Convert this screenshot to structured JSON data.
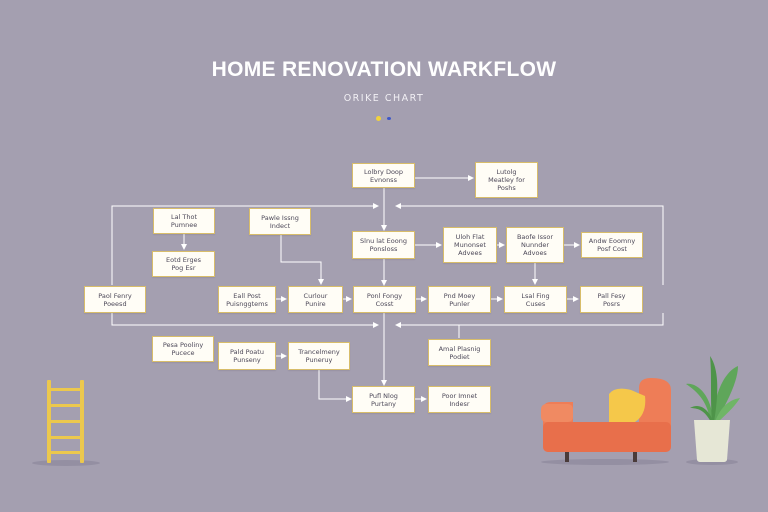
{
  "header": {
    "title": "HOME RENOVATION WARKFLOW",
    "subtitle": "ORIKE CHART"
  },
  "colors": {
    "background": "#a49fb0",
    "node_fill": "#fffdf6",
    "node_border": "#d8bd6a",
    "wire": "#ffffff",
    "dot_1": "#f2d23c",
    "dot_2": "#3e57c8",
    "ladder": "#ecc84d",
    "sofa": "#ee7d57",
    "cushion": "#f5c84a",
    "plant": "#5fa65a",
    "pot": "#e6e7d6"
  },
  "flowchart": {
    "nodes": {
      "n1": "Lolbry Doop\nEvnonss",
      "n2": "Lutolg\nMeatley for\nPoshs",
      "n3": "Lal Thot\nPumnee",
      "n4": "Pawle Issng\nIndect",
      "n5": "Slnu lat Eoong\nPonsloss",
      "n6": "Uloh Flat\nMunonset\nAdvees",
      "n7": "Baofe Issor\nNunnder\nAdvoes",
      "n8": "Andw Eoomny\nPosf Cost",
      "n9": "Eotd Erges\nPog Esr",
      "n10": "Paol Fenry\nPoeesd",
      "n11": "Eall Post\nPuisnggtems",
      "n12": "Curlour\nPunire",
      "n13": "Ponl Fongy\nCosst",
      "n14": "Pnd Moey\nPunler",
      "n15": "Lsal Fing\nCuses",
      "n16": "Pall Fesy\nPosrs",
      "n17": "Pesa Pooliny\nPucece",
      "n18": "Amal Plasnig\nPodiet",
      "n19": "Pald Poatu\nPunseny",
      "n20": "Trancelmeny\nPuneruy",
      "n21": "Pufl Nlog\nPurtany",
      "n22": "Poor Imnet\nIndesr"
    }
  }
}
